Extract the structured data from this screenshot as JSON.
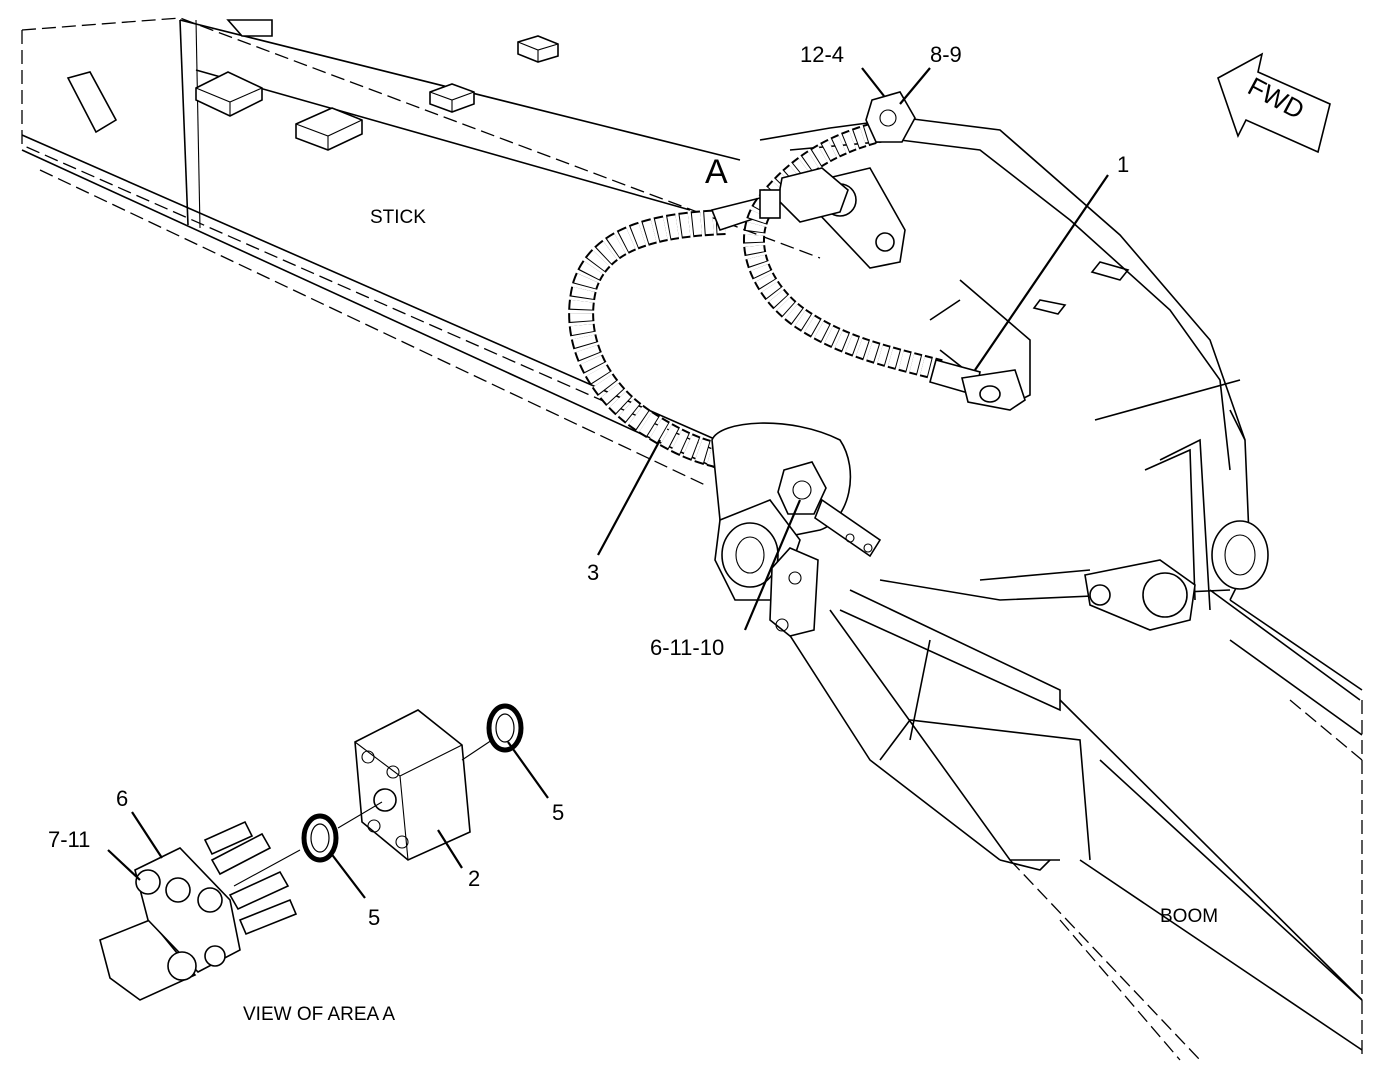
{
  "labels": {
    "stick": "STICK",
    "boom": "BOOM",
    "view": "VIEW OF AREA  A",
    "area_letter": "A",
    "fwd": "FWD"
  },
  "callouts": {
    "c12_4": "12-4",
    "c8_9": "8-9",
    "c1": "1",
    "c3": "3",
    "c6_11_10": "6-11-10",
    "c5a": "5",
    "c5b": "5",
    "c2": "2",
    "c6": "6",
    "c7_11": "7-11"
  }
}
